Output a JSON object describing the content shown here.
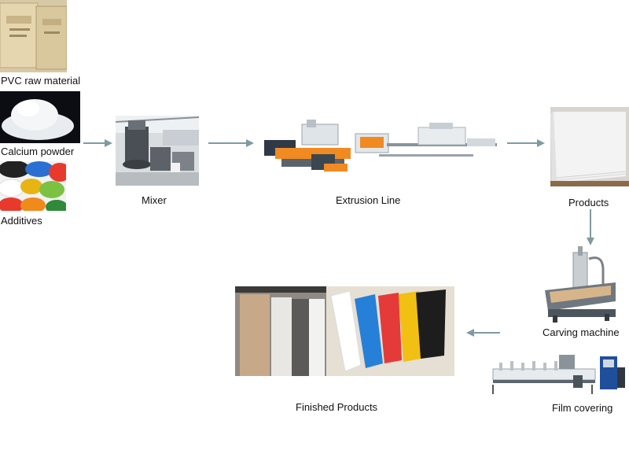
{
  "inputs": {
    "pvc": "PVC raw material",
    "calcium": "Calcium powder",
    "additives": "Additives"
  },
  "steps": {
    "mixer": "Mixer",
    "extrusion": "Extrusion Line",
    "products": "Products",
    "carving": "Carving machine",
    "film": "Film covering",
    "finished": "Finished Products"
  },
  "colors": {
    "arrow": "#7f9aa0",
    "additive_colors": [
      "#222222",
      "#2a6fd1",
      "#e8b413",
      "#7cc242",
      "#e73a2c",
      "#f08a1c",
      "#ffffff"
    ],
    "board_colors": [
      "#ffffff",
      "#2680d8",
      "#e43a3a",
      "#f2c012",
      "#1d1d1d"
    ]
  }
}
